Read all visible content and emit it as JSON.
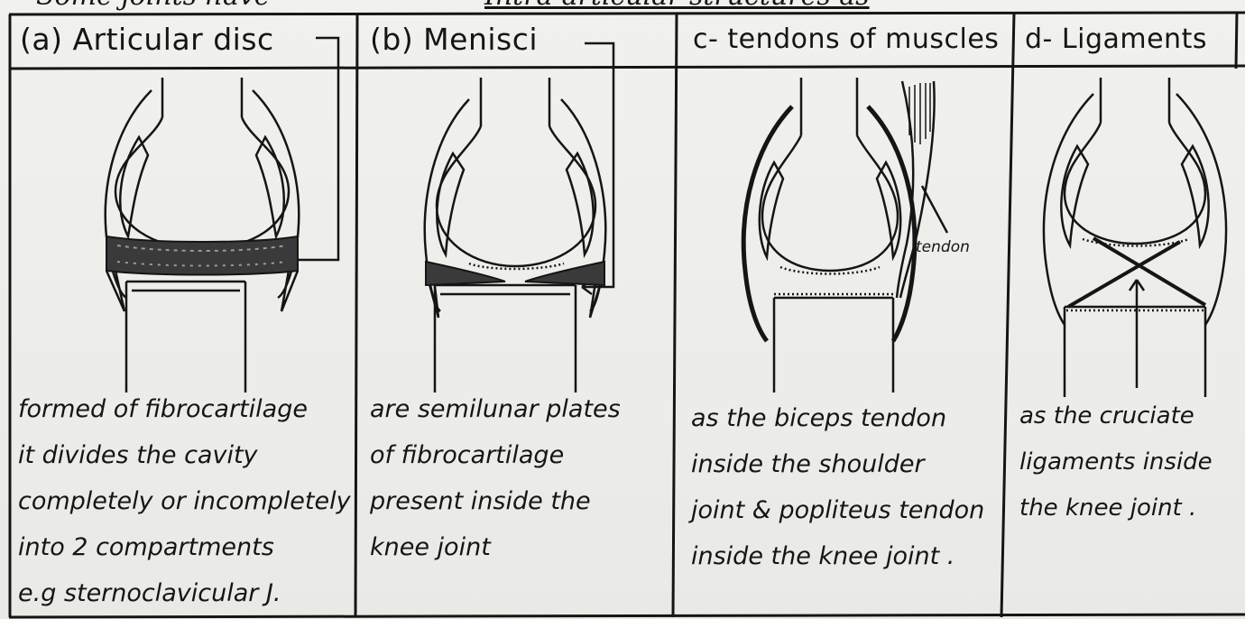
{
  "top_strip": {
    "heading_left": "Some joints have",
    "heading": "Intra-articular structures as"
  },
  "panels": [
    {
      "title": "(a) Articular disc",
      "caption_lines": [
        "formed of fibrocartilage",
        "it divides the cavity",
        "completely or incompletely",
        "into 2 compartments",
        "e.g sternoclavicular J."
      ]
    },
    {
      "title": "(b) Menisci",
      "caption_lines": [
        "are semilunar plates",
        "of fibrocartilage",
        "present inside the",
        "knee joint"
      ]
    },
    {
      "title": "c- tendons of muscles",
      "caption_lines": [
        "as the biceps tendon",
        "inside the shoulder",
        "joint & popliteus tendon",
        "inside the knee joint ."
      ]
    },
    {
      "title": "d- Ligaments",
      "caption_lines": [
        "as the cruciate",
        "ligaments inside",
        "the knee joint ."
      ]
    }
  ],
  "tendon_label": "tendon",
  "colors": {
    "ink": "#151515",
    "paper": "#efefec",
    "disc_fill": "#3a3a3a"
  }
}
